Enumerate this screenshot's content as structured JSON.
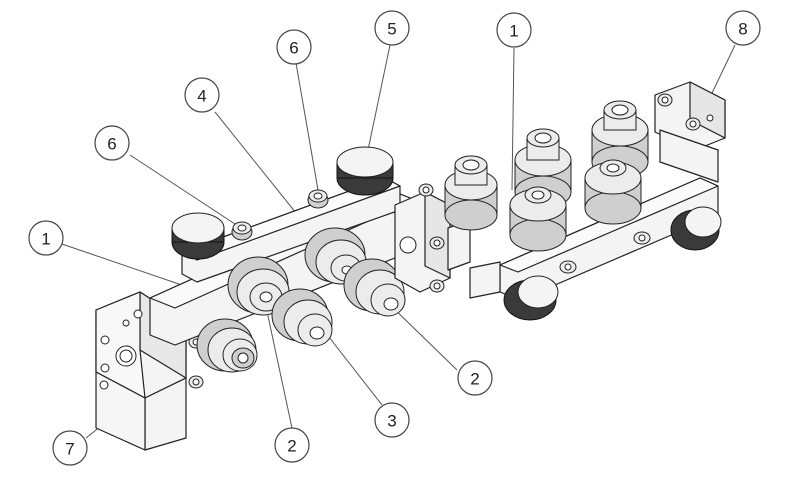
{
  "callouts": [
    {
      "label": "1"
    },
    {
      "label": "1"
    },
    {
      "label": "2"
    },
    {
      "label": "2"
    },
    {
      "label": "3"
    },
    {
      "label": "4"
    },
    {
      "label": "5"
    },
    {
      "label": "6"
    },
    {
      "label": "6"
    },
    {
      "label": "7"
    },
    {
      "label": "8"
    }
  ]
}
